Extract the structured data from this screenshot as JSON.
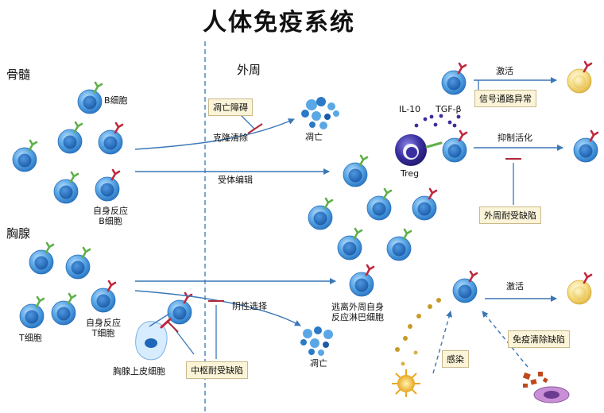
{
  "title": "人体免疫系统",
  "regions": {
    "bone_marrow": "骨髓",
    "thymus": "胸腺",
    "periphery": "外周"
  },
  "cells": {
    "b_cell": "B细胞",
    "autoreactive_b_line1": "自身反应",
    "autoreactive_b_line2": "B细胞",
    "t_cell": "T细胞",
    "autoreactive_t_line1": "自身反应",
    "autoreactive_t_line2": "T细胞",
    "thymic_epithelial": "胸腺上皮细胞",
    "treg": "Treg",
    "escaped_line1": "逃离外周自身",
    "escaped_line2": "反应淋巴细胞"
  },
  "labels": {
    "apoptosis_top": "凋亡",
    "apoptosis_bottom": "凋亡",
    "clonal_deletion": "克隆清除",
    "receptor_editing": "受体编辑",
    "negative_selection": "阴性选择",
    "activation_top": "激活",
    "inhibit_activation": "抑制活化",
    "activation_bottom": "激活",
    "il10": "IL-10",
    "tgfb": "TGF-β",
    "infection": "感染"
  },
  "defect_boxes": {
    "apoptosis_defect": "凋亡障碍",
    "central_tolerance_defect": "中枢耐受缺陷",
    "signal_pathway_abnormal": "信号通路异常",
    "peripheral_tolerance_defect": "外周耐受缺陷",
    "immune_clearance_defect": "免疫清除缺陷"
  },
  "colors": {
    "cell_blue": "#3d8fd8",
    "nucleus_blue": "#1f67b8",
    "receptor_green": "#5fb04a",
    "receptor_red": "#c0283c",
    "arrow_blue": "#3a77b8",
    "inhibit_red": "#b0293a",
    "activated_yellow": "#f0d36a",
    "treg_purple": "#3b2f9a"
  }
}
